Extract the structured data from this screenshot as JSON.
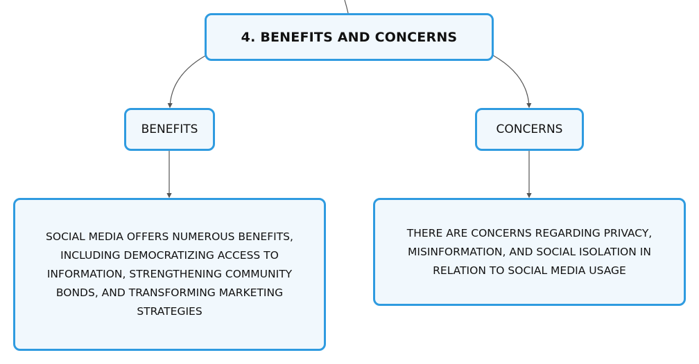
{
  "diagram": {
    "root": {
      "label": "4. BENEFITS AND CONCERNS"
    },
    "branches": [
      {
        "label": "BENEFITS",
        "detail": "SOCIAL MEDIA OFFERS NUMEROUS BENEFITS, INCLUDING DEMOCRATIZING ACCESS TO INFORMATION, STRENGTHENING COMMUNITY BONDS, AND TRANSFORMING MARKETING STRATEGIES"
      },
      {
        "label": "CONCERNS",
        "detail": "THERE ARE CONCERNS REGARDING PRIVACY, MISINFORMATION, AND SOCIAL ISOLATION IN RELATION TO SOCIAL MEDIA USAGE"
      }
    ]
  },
  "colors": {
    "node_border": "#2f9be0",
    "node_fill": "#f1f8fd",
    "connector": "#555555",
    "text": "#111111"
  }
}
